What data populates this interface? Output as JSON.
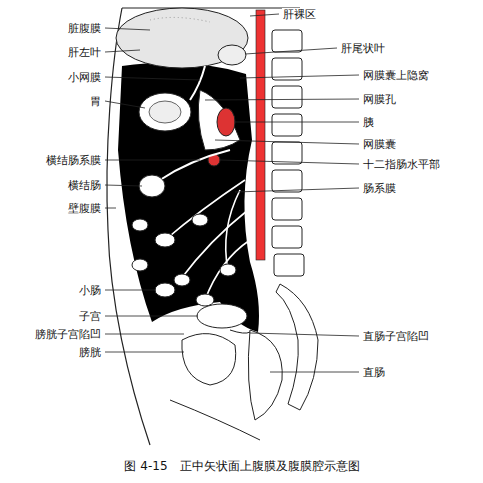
{
  "diagram": {
    "caption": "图 4-15　正中矢状面上腹膜及腹膜腔示意图",
    "labels": [
      "脏腹膜",
      "肝左叶",
      "小网膜",
      "胃",
      "横结肠系膜",
      "横结肠",
      "壁腹膜",
      "小肠",
      "子宫",
      "膀胱子宫陷凹",
      "膀胱",
      "肝裸区",
      "肝尾状叶",
      "网膜囊上隐窝",
      "网膜孔",
      "胰",
      "网膜囊",
      "十二指肠水平部",
      "肠系膜",
      "直肠子宫陷凹",
      "直肠"
    ]
  }
}
